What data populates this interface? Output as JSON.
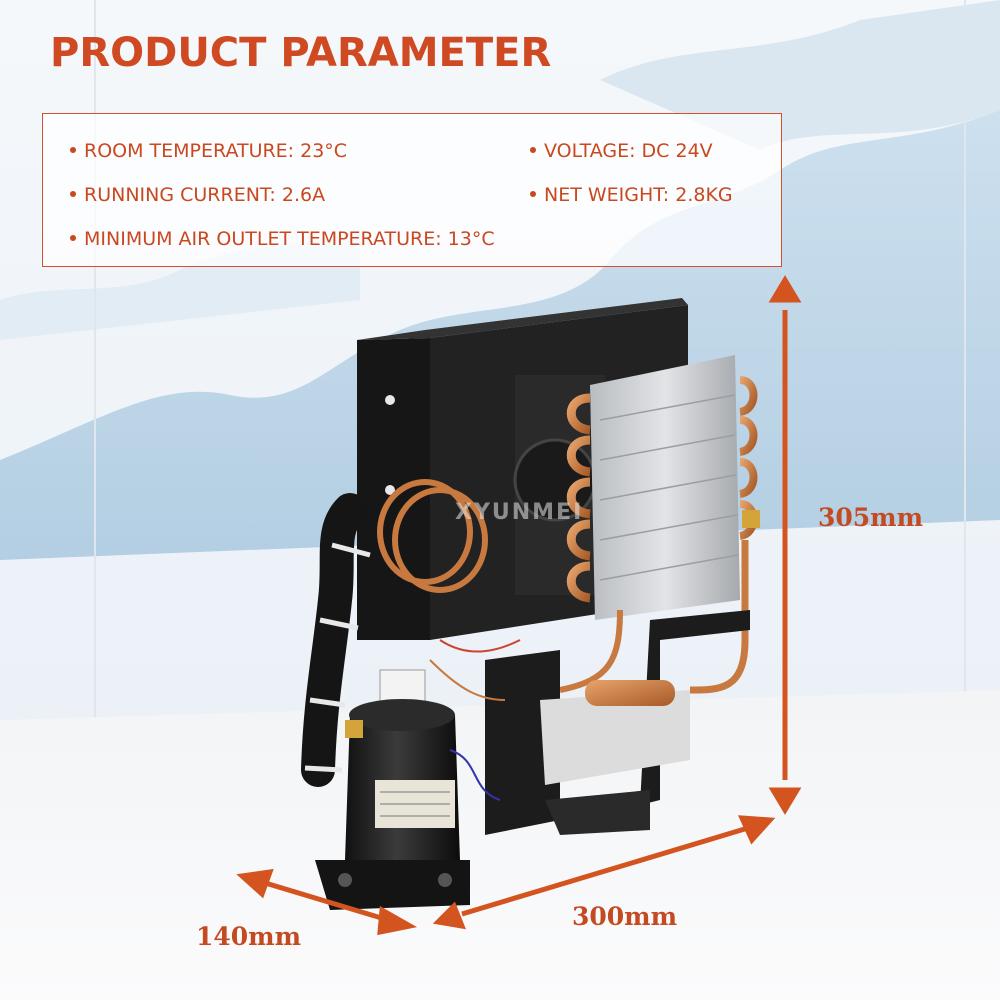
{
  "title": "PRODUCT PARAMETER",
  "parameters": {
    "room_temperature": "ROOM TEMPERATURE: 23°C",
    "voltage": "VOLTAGE: DC 24V",
    "running_current": "RUNNING CURRENT: 2.6A",
    "net_weight": "NET WEIGHT: 2.8KG",
    "min_outlet_temp": "MINIMUM AIR OUTLET TEMPERATURE: 13°C"
  },
  "dimensions": {
    "height": "305mm",
    "length": "300mm",
    "depth": "140mm"
  },
  "watermark": "XYUNMEI",
  "colors": {
    "accent": "#cf4a22",
    "arrow": "#d4541f",
    "copper": "#c7793f",
    "frame": "#1c1c1c"
  }
}
